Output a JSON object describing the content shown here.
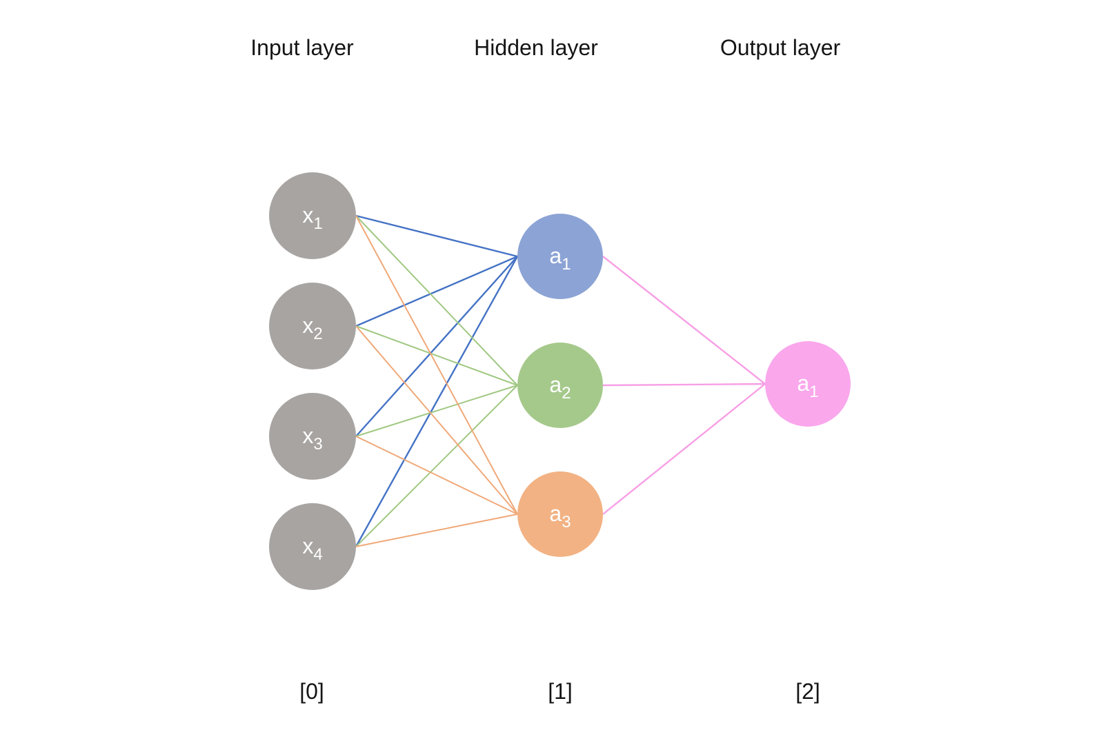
{
  "diagram": {
    "type": "neural-network",
    "background": "#ffffff",
    "text_color": "#151515",
    "layers": [
      {
        "id": "input",
        "title": "Input layer",
        "index_label": "[0]",
        "nodes": [
          {
            "id": "x1",
            "base": "x",
            "sub": "1",
            "fill": "#a8a4a2",
            "text_color": "#ffffff"
          },
          {
            "id": "x2",
            "base": "x",
            "sub": "2",
            "fill": "#a8a4a2",
            "text_color": "#ffffff"
          },
          {
            "id": "x3",
            "base": "x",
            "sub": "3",
            "fill": "#a8a4a2",
            "text_color": "#ffffff"
          },
          {
            "id": "x4",
            "base": "x",
            "sub": "4",
            "fill": "#a8a4a2",
            "text_color": "#ffffff"
          }
        ]
      },
      {
        "id": "hidden",
        "title": "Hidden layer",
        "index_label": "[1]",
        "nodes": [
          {
            "id": "a1",
            "base": "a",
            "sub": "1",
            "fill": "#8ca3d5",
            "text_color": "#ffffff"
          },
          {
            "id": "a2",
            "base": "a",
            "sub": "2",
            "fill": "#a5c98b",
            "text_color": "#ffffff"
          },
          {
            "id": "a3",
            "base": "a",
            "sub": "3",
            "fill": "#f2b283",
            "text_color": "#ffffff"
          }
        ]
      },
      {
        "id": "output",
        "title": "Output layer",
        "index_label": "[2]",
        "nodes": [
          {
            "id": "out_a1",
            "base": "a",
            "sub": "1",
            "fill": "#faa7ec",
            "text_color": "#ffffff"
          }
        ]
      }
    ],
    "edge_colors": {
      "to_hidden_a1": "#4472c4",
      "to_hidden_a2": "#a0c882",
      "to_hidden_a3": "#f0a878",
      "to_output": "#f79fe5"
    },
    "edges": [
      {
        "source": "x1",
        "target": "a1",
        "color": "#4472c4"
      },
      {
        "source": "x2",
        "target": "a1",
        "color": "#4472c4"
      },
      {
        "source": "x3",
        "target": "a1",
        "color": "#4472c4"
      },
      {
        "source": "x4",
        "target": "a1",
        "color": "#4472c4"
      },
      {
        "source": "x1",
        "target": "a2",
        "color": "#a0c882"
      },
      {
        "source": "x2",
        "target": "a2",
        "color": "#a0c882"
      },
      {
        "source": "x3",
        "target": "a2",
        "color": "#a0c882"
      },
      {
        "source": "x4",
        "target": "a2",
        "color": "#a0c882"
      },
      {
        "source": "x1",
        "target": "a3",
        "color": "#f0a878"
      },
      {
        "source": "x2",
        "target": "a3",
        "color": "#f0a878"
      },
      {
        "source": "x3",
        "target": "a3",
        "color": "#f0a878"
      },
      {
        "source": "x4",
        "target": "a3",
        "color": "#f0a878"
      },
      {
        "source": "a1",
        "target": "out_a1",
        "color": "#f79fe5"
      },
      {
        "source": "a2",
        "target": "out_a1",
        "color": "#f79fe5"
      },
      {
        "source": "a3",
        "target": "out_a1",
        "color": "#f79fe5"
      }
    ]
  }
}
